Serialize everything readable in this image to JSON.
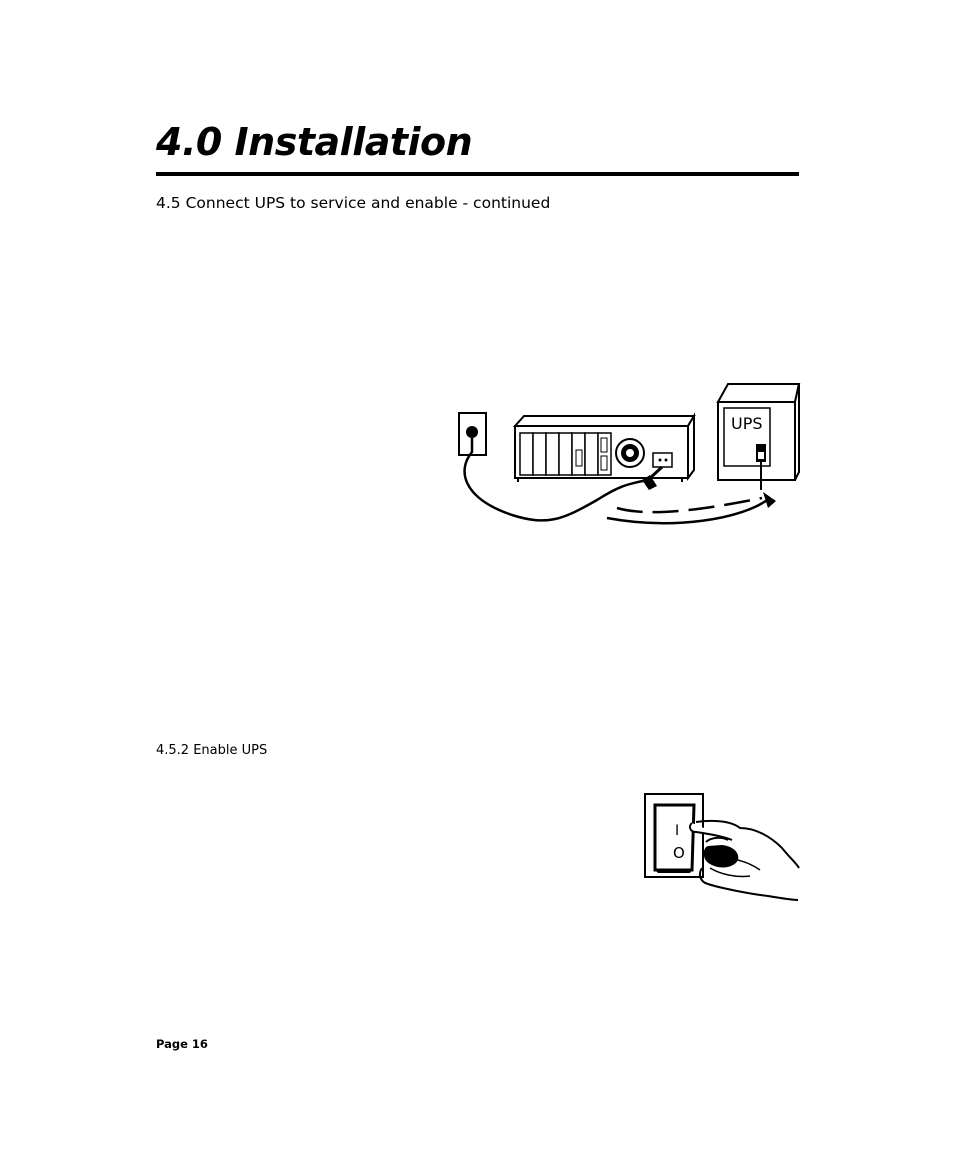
{
  "header": {
    "title": "4.0 Installation"
  },
  "section": {
    "heading": "4.5 Connect UPS to service and enable - continued"
  },
  "figure_connect": {
    "ups_label": "UPS",
    "icons": [
      "wall-outlet-icon",
      "computer-icon",
      "ups-unit-icon",
      "power-cord-icon"
    ]
  },
  "subsection": {
    "heading": "4.5.2 Enable UPS"
  },
  "figure_switch": {
    "switch_on_mark": "I",
    "switch_off_mark": "O",
    "icons": [
      "rocker-switch-icon",
      "hand-icon"
    ]
  },
  "footer": {
    "page": "Page 16"
  }
}
